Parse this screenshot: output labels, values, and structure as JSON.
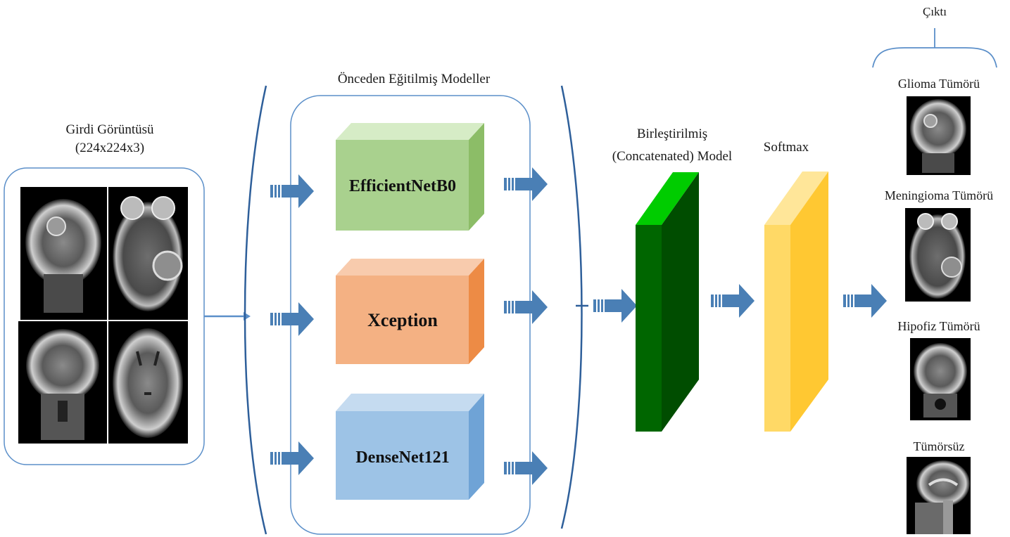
{
  "input": {
    "title": "Girdi Görüntüsü",
    "size": "(224x224x3)"
  },
  "pretrained": {
    "title": "Önceden Eğitilmiş Modeller",
    "models": [
      {
        "name": "EfficientNetB0",
        "front": "#a9d18e",
        "top": "#d6ecc6",
        "side": "#8cbd67"
      },
      {
        "name": "Xception",
        "front": "#f4b183",
        "top": "#f8cbad",
        "side": "#ed8b45"
      },
      {
        "name": "DenseNet121",
        "front": "#9dc3e6",
        "top": "#c5dbf0",
        "side": "#6fa3d6"
      }
    ]
  },
  "concat": {
    "title_line1": "Birleştirilmiş",
    "title_line2": "(Concatenated) Model",
    "front": "#006600",
    "top": "#00cc00",
    "side": "#004d00"
  },
  "softmax": {
    "title": "Softmax",
    "front": "#ffd966",
    "top": "#ffe699",
    "side": "#ffc832"
  },
  "output": {
    "title": "Çıktı",
    "classes": [
      {
        "label": "Glioma Tümörü",
        "icon": "brain-mri-coronal"
      },
      {
        "label": "Meningioma Tümörü",
        "icon": "brain-mri-axial"
      },
      {
        "label": "Hipofiz Tümörü",
        "icon": "brain-mri-coronal"
      },
      {
        "label": "Tümörsüz",
        "icon": "brain-mri-sagittal"
      }
    ]
  },
  "colors": {
    "arrow": "#4a7fb5",
    "frame": "#2e5f9a"
  }
}
